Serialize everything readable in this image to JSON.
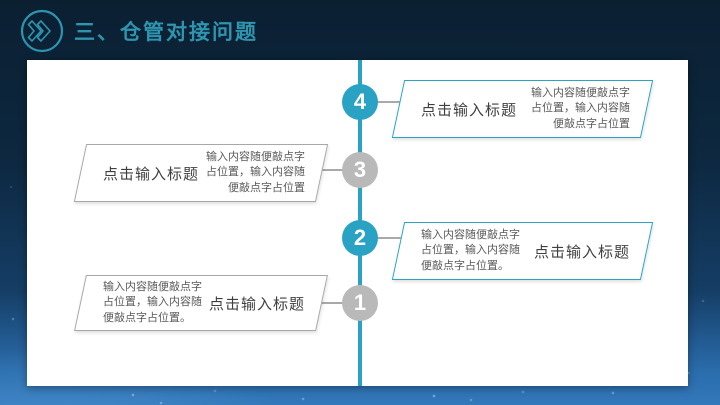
{
  "header": {
    "title": "三、仓管对接问题"
  },
  "colors": {
    "accent_teal": "#29a2c4",
    "neutral_gray": "#b9b9b9",
    "header_teal": "#2d95af",
    "panel_bg": "#ffffff",
    "bg_top": "#0b1f31",
    "bg_bottom": "#2b6dad"
  },
  "timeline": {
    "items": [
      {
        "number": "4",
        "title": "点击输入标题",
        "body": "输入内容随便敲点字占位置，输入内容随便敲点字占位置",
        "accent": "teal",
        "side": "right"
      },
      {
        "number": "3",
        "title": "点击输入标题",
        "body": "输入内容随便敲点字占位置，输入内容随便敲点字占位置",
        "accent": "gray",
        "side": "left"
      },
      {
        "number": "2",
        "title": "点击输入标题",
        "body": "输入内容随便敲点字占位置，输入内容随便敲点字占位置。",
        "accent": "teal",
        "side": "right"
      },
      {
        "number": "1",
        "title": "点击输入标题",
        "body": "输入内容随便敲点字占位置，输入内容随便敲点字占位置。",
        "accent": "gray",
        "side": "left"
      }
    ]
  }
}
